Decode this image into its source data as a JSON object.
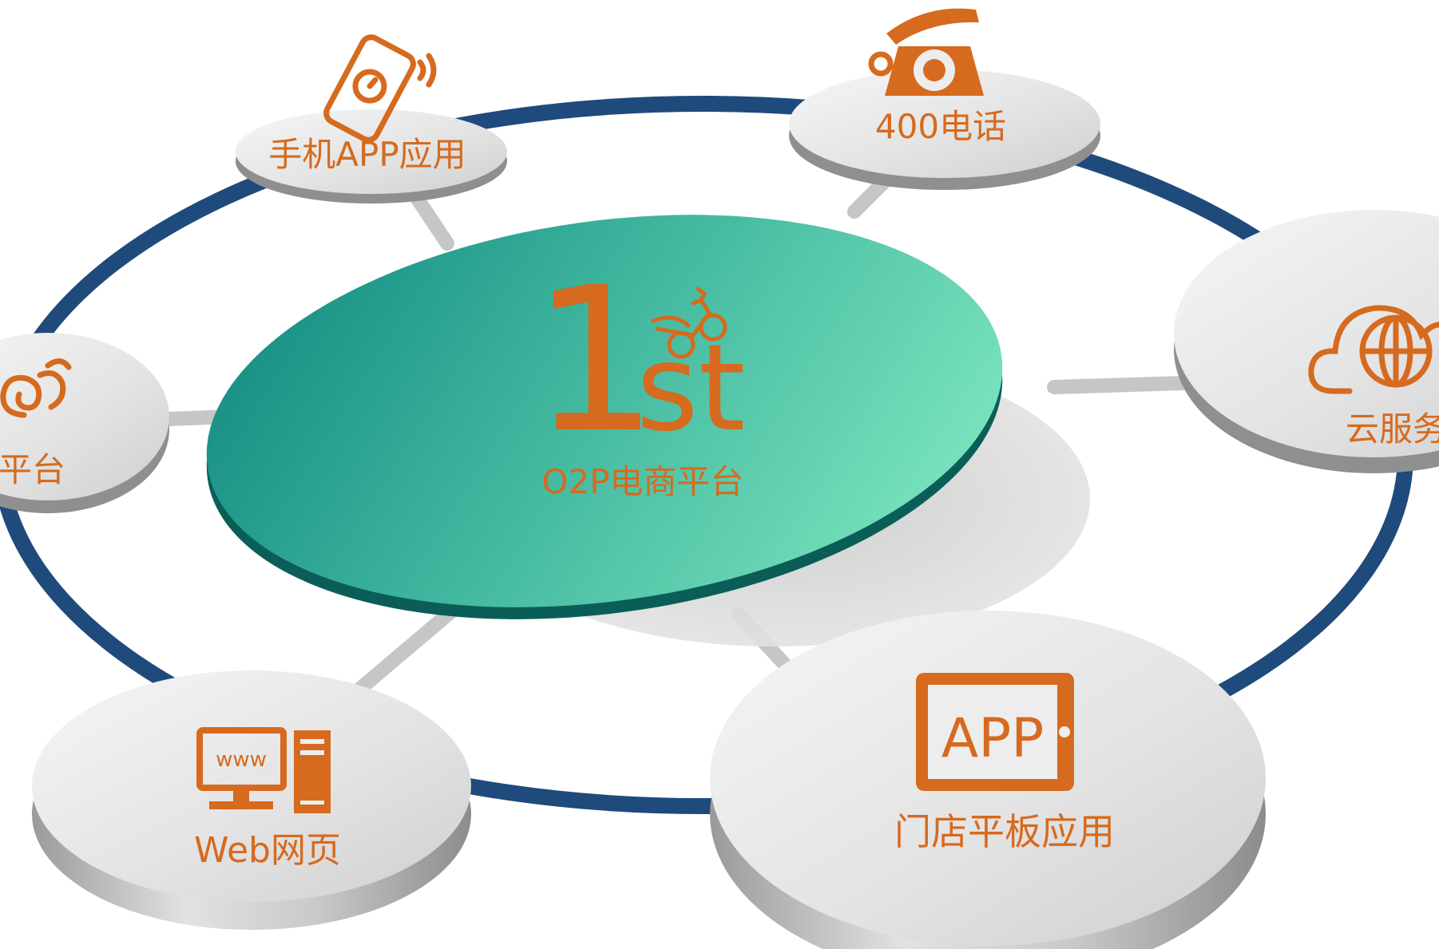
{
  "center": {
    "big_number": "1",
    "suffix": "st",
    "subtitle": "O2P电商平台"
  },
  "nodes": [
    {
      "id": "mobile-app",
      "label": "手机APP应用",
      "icon": "smartphone-icon"
    },
    {
      "id": "phone-400",
      "label": "400电话",
      "icon": "telephone-icon"
    },
    {
      "id": "platform",
      "label": "平台",
      "icon": "swirl-logo-icon"
    },
    {
      "id": "cloud",
      "label": "云服务",
      "icon": "cloud-globe-icon"
    },
    {
      "id": "web",
      "label": "Web网页",
      "icon": "computer-www-icon"
    },
    {
      "id": "store-tablet",
      "label": "门店平板应用",
      "icon": "tablet-app-icon"
    }
  ],
  "tablet_icon_text": "APP",
  "web_icon_text": "www",
  "colors": {
    "accent": "#D66A1E",
    "ring": "#1F4A7C",
    "center_light": "#7BE4BE",
    "center_dark": "#178F84",
    "center_rim": "#0B5E58",
    "disc_light": "#F4F4F4",
    "disc_dark": "#B8B8B8"
  }
}
